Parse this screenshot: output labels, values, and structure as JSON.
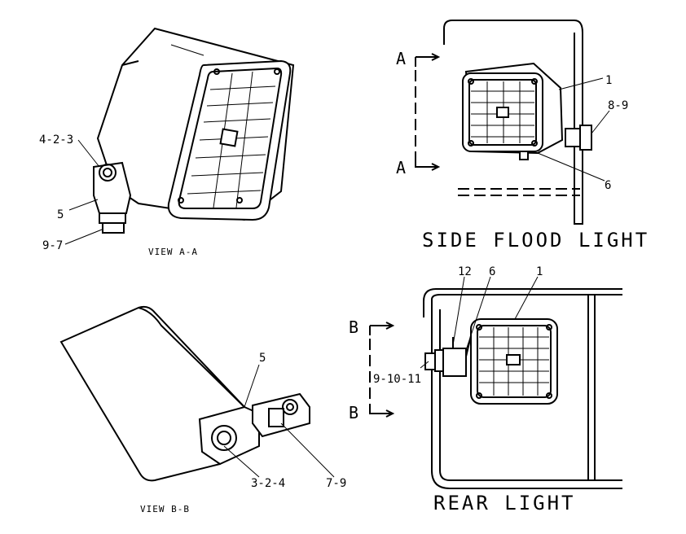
{
  "labels": {
    "view_aa": "VIEW A-A",
    "view_bb": "VIEW B-B",
    "side_title": "SIDE FLOOD LIGHT",
    "rear_title": "REAR LIGHT",
    "section_a_top": "A",
    "section_a_bottom": "A",
    "section_b_top": "B",
    "section_b_bottom": "B"
  },
  "callouts": {
    "aa_4_2_3": "4-2-3",
    "aa_5": "5",
    "aa_9_7": "9-7",
    "side_1": "1",
    "side_8_9": "8-9",
    "side_6": "6",
    "bb_5": "5",
    "bb_3_2_4": "3-2-4",
    "bb_7_9": "7-9",
    "rear_12": "12",
    "rear_6": "6",
    "rear_1": "1",
    "rear_9_10_11": "9-10-11"
  }
}
